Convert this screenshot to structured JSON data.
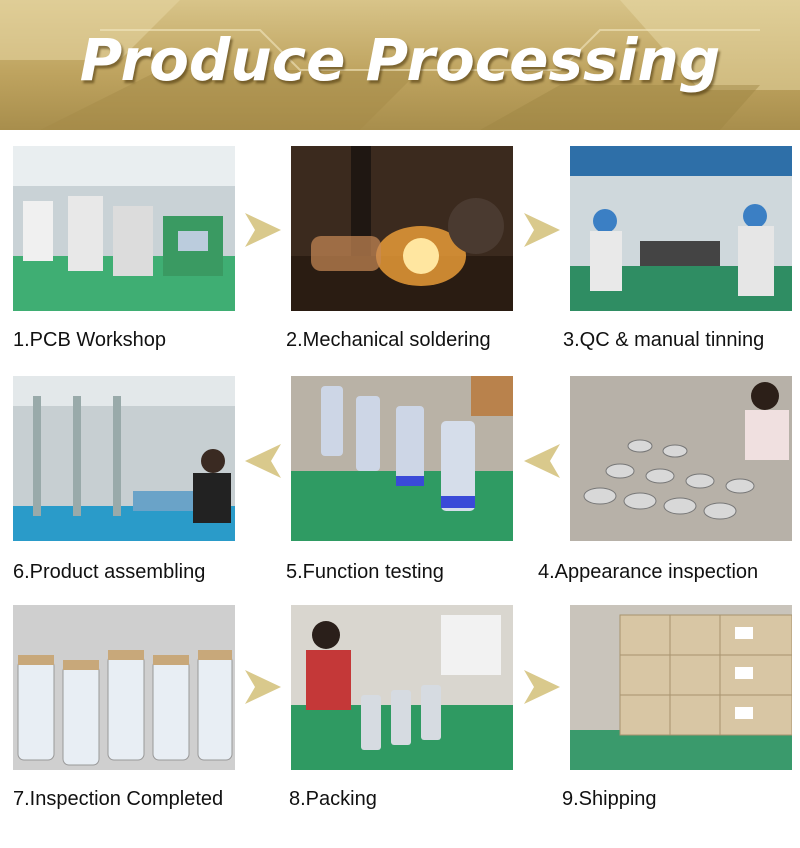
{
  "banner": {
    "title": "Produce Processing"
  },
  "steps": [
    {
      "label": "1.PCB Workshop"
    },
    {
      "label": "2.Mechanical soldering"
    },
    {
      "label": "3.QC & manual tinning"
    },
    {
      "label": "4.Appearance inspection"
    },
    {
      "label": "5.Function testing"
    },
    {
      "label": "6.Product assembling"
    },
    {
      "label": "7.Inspection Completed"
    },
    {
      "label": "8.Packing"
    },
    {
      "label": "9.Shipping"
    }
  ],
  "colors": {
    "arrow": "#d9c98c",
    "banner_gold": "#bfa460",
    "text": "#111111"
  }
}
